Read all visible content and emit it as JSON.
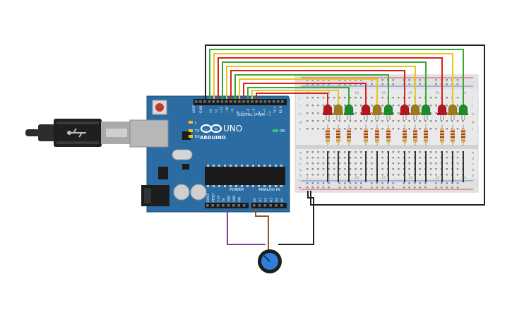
{
  "arduino": {
    "brand": "ARDUINO",
    "model": "UNO",
    "digital_header_label": "DIGITAL (PWM ~)",
    "power_label": "POWER",
    "analog_label": "ANALOG IN",
    "aref": "AREF",
    "gnd": "GND",
    "tx": "TX",
    "rx": "RX",
    "on": "ON",
    "l": "L",
    "digital_pins": [
      "13",
      "12",
      "~11",
      "~10",
      "~9",
      "8",
      "7",
      "~6",
      "~5",
      "4",
      "~3",
      "2",
      "TX 1",
      "RX 0"
    ],
    "power_pins": [
      "IOREF",
      "RESET",
      "3.3V",
      "5V",
      "GND",
      "GND",
      "VIN"
    ],
    "analog_pins": [
      "A0",
      "A1",
      "A2",
      "A3",
      "A4",
      "A5"
    ]
  },
  "breadboard": {
    "row_letters_top": [
      "j",
      "i",
      "h",
      "g",
      "f"
    ],
    "row_letters_bottom": [
      "e",
      "d",
      "c",
      "b",
      "a"
    ],
    "rail_plus": "+",
    "rail_minus": "-",
    "column_numbers": [
      "1",
      "5",
      "10",
      "15",
      "20",
      "25",
      "30"
    ]
  },
  "leds": [
    {
      "color": "#b3161e"
    },
    {
      "color": "#9c7a1a"
    },
    {
      "color": "#1f8a2a"
    },
    {
      "color": "#b3161e"
    },
    {
      "color": "#9c7a1a"
    },
    {
      "color": "#1f8a2a"
    },
    {
      "color": "#b3161e"
    },
    {
      "color": "#9c7a1a"
    },
    {
      "color": "#1f8a2a"
    },
    {
      "color": "#b3161e"
    },
    {
      "color": "#9c7a1a"
    },
    {
      "color": "#1f8a2a"
    }
  ],
  "colors": {
    "board_blue": "#2b6ca3",
    "wire_black": "#222222",
    "wire_red": "#d92020",
    "wire_yellow": "#e6c619",
    "wire_green": "#3aa836",
    "wire_purple": "#7b3f9e",
    "wire_brown": "#8a5a2b",
    "pot_blue": "#2f7fd6"
  }
}
